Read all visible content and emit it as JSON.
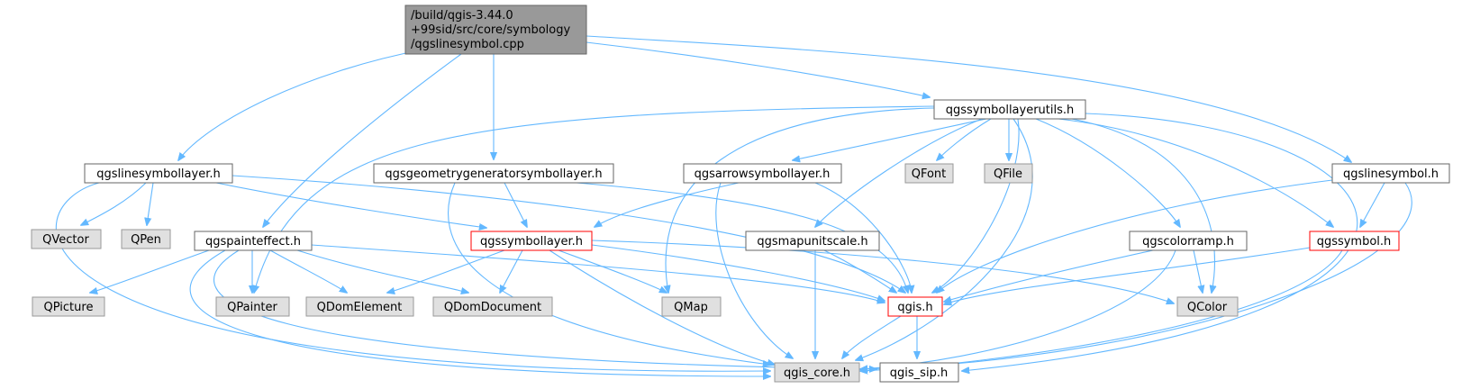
{
  "colors": {
    "edge": "#63b8ff",
    "node_border": "#666666",
    "root_fill": "#999999",
    "root_border": "#666666",
    "default_fill": "#ffffff",
    "external_fill": "#e0e0e0",
    "external_border": "#999999",
    "highlight_border": "#ff0000"
  },
  "root": {
    "lines": [
      "/build/qgis-3.44.0",
      "+99sid/src/core/symbology",
      "/qgslinesymbol.cpp"
    ]
  },
  "nodes": {
    "qgssymbollayerutils": {
      "label": "qgssymbollayerutils.h"
    },
    "qgslinesymbollayer": {
      "label": "qgslinesymbollayer.h"
    },
    "qgsgeometrygeneratorsymbollayer": {
      "label": "qgsgeometrygeneratorsymbollayer.h"
    },
    "qgsarrowsymbollayer": {
      "label": "qgsarrowsymbollayer.h"
    },
    "QFont": {
      "label": "QFont"
    },
    "QFile": {
      "label": "QFile"
    },
    "qgslinesymbol": {
      "label": "qgslinesymbol.h"
    },
    "QVector": {
      "label": "QVector"
    },
    "QPen": {
      "label": "QPen"
    },
    "qgspainteffect": {
      "label": "qgspainteffect.h"
    },
    "qgssymbollayer": {
      "label": "qgssymbollayer.h"
    },
    "qgsmapunitscale": {
      "label": "qgsmapunitscale.h"
    },
    "qgscolorramp": {
      "label": "qgscolorramp.h"
    },
    "qgssymbol": {
      "label": "qgssymbol.h"
    },
    "QPicture": {
      "label": "QPicture"
    },
    "QPainter": {
      "label": "QPainter"
    },
    "QDomElement": {
      "label": "QDomElement"
    },
    "QDomDocument": {
      "label": "QDomDocument"
    },
    "QMap": {
      "label": "QMap"
    },
    "qgis": {
      "label": "qgis.h"
    },
    "QColor": {
      "label": "QColor"
    },
    "qgis_core": {
      "label": "qgis_core.h"
    },
    "qgis_sip": {
      "label": "qgis_sip.h"
    }
  }
}
